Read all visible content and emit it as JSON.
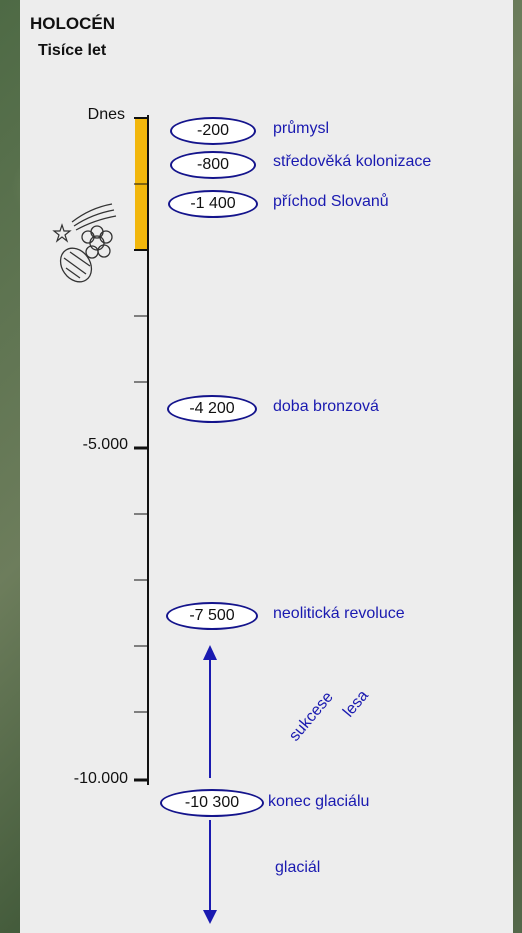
{
  "header": {
    "title": "HOLOCÉN",
    "subtitle": "Tisíce let"
  },
  "axis": {
    "labels": [
      {
        "text": "Dnes",
        "value": 0
      },
      {
        "text": "-5.000",
        "value": -5000
      },
      {
        "text": "-10.000",
        "value": -10000
      }
    ]
  },
  "events": [
    {
      "year": "-200",
      "label": "průmysl"
    },
    {
      "year": "-800",
      "label": "středověká kolonizace"
    },
    {
      "year": "-1 400",
      "label": "příchod Slovanů"
    },
    {
      "year": "-4 200",
      "label": "doba bronzová"
    },
    {
      "year": "-7 500",
      "label": "neolitická revoluce"
    },
    {
      "year": "-10 300",
      "label": "konec glaciálu"
    }
  ],
  "annotations": {
    "succession_word1": "sukcese",
    "succession_word2": "lesa",
    "glacial": "glaciál"
  },
  "colors": {
    "highlight": "#f2b70c",
    "oval_border": "#14148c",
    "event_text": "#1a1ab0",
    "arrow": "#1a1ab0"
  }
}
